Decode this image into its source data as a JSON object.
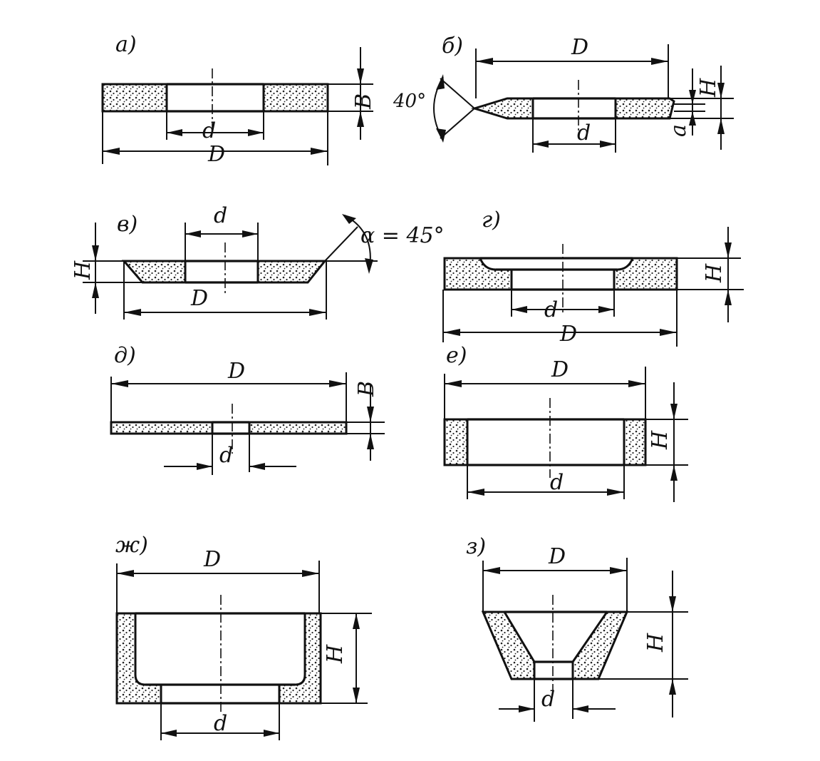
{
  "panels": {
    "a": {
      "tag": "а)",
      "D": "D",
      "d": "d",
      "B": "B"
    },
    "b": {
      "tag": "б)",
      "D": "D",
      "d": "d",
      "H": "H",
      "a": "a",
      "angle": "40°"
    },
    "v": {
      "tag": "в)",
      "D": "D",
      "d": "d",
      "H": "H",
      "angle": "α = 45°"
    },
    "g": {
      "tag": "г)",
      "D": "D",
      "d": "d",
      "H": "H"
    },
    "dd": {
      "tag": "д)",
      "D": "D",
      "d": "d",
      "B": "B"
    },
    "e": {
      "tag": "е)",
      "D": "D",
      "d": "d",
      "H": "H"
    },
    "zh": {
      "tag": "ж)",
      "D": "D",
      "d": "d",
      "H": "H"
    },
    "z": {
      "tag": "з)",
      "D": "D",
      "d": "d",
      "H": "H"
    }
  }
}
